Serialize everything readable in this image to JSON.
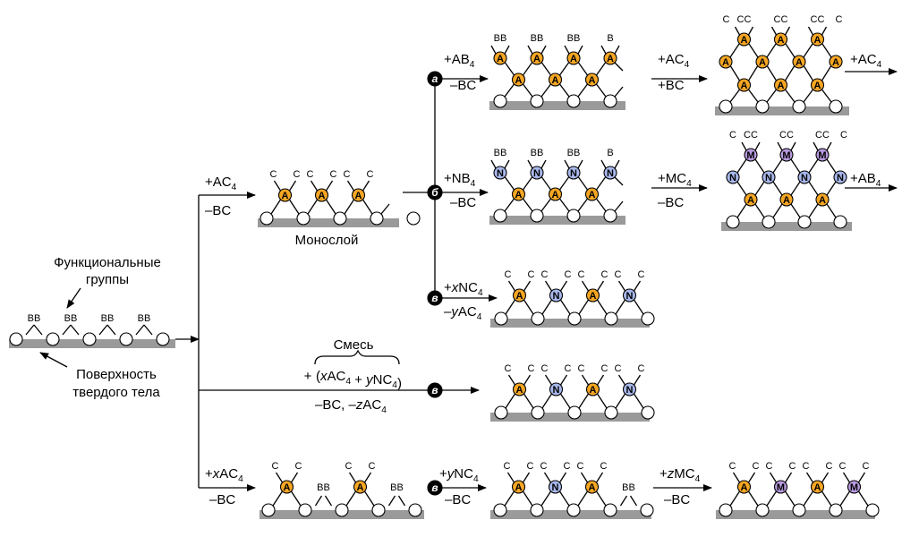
{
  "colors": {
    "surface": "#9a9a9a",
    "atom_A": "#f5a623",
    "atom_N": "#a8b8ec",
    "atom_M": "#b99be0",
    "badge": "#000000"
  },
  "labels": {
    "functional_groups_1": "Функциональные",
    "functional_groups_2": "группы",
    "surface_1": "Поверхность",
    "surface_2": "твердого тела",
    "monolayer": "Монослой",
    "mixture": "Смесь",
    "mix_plus": "+",
    "mix_formula": "(xAC4 + yNC4)",
    "mix_minus": "–BC, –zAC4"
  },
  "letters": {
    "a": "а",
    "b": "б",
    "v": "в"
  },
  "reagents": {
    "mono_plus": "+AC4",
    "mono_minus": "–BC",
    "a1_plus": "+AB4",
    "a1_minus": "–BC",
    "a2_plus": "+AC4",
    "a2_minus": "+BC",
    "a3_plus": "+AC4",
    "b1_plus": "+NB4",
    "b1_minus": "–BC",
    "b2_plus": "+MC4",
    "b2_minus": "–BC",
    "b3_plus": "+AB4",
    "v1_plus": "+xNC4",
    "v1_minus": "–yAC4",
    "bot1_plus": "+xAC4",
    "bot1_minus": "–BC",
    "bot2_plus": "+yNC4",
    "bot2_minus": "–BC",
    "bot3_plus": "+zMC4",
    "bot3_minus": "–BC"
  },
  "atom_labels": {
    "A": "A",
    "N": "N",
    "M": "M"
  },
  "group_labels": {
    "BB": "BB",
    "B": "B",
    "CC": "CC",
    "C": "C"
  }
}
